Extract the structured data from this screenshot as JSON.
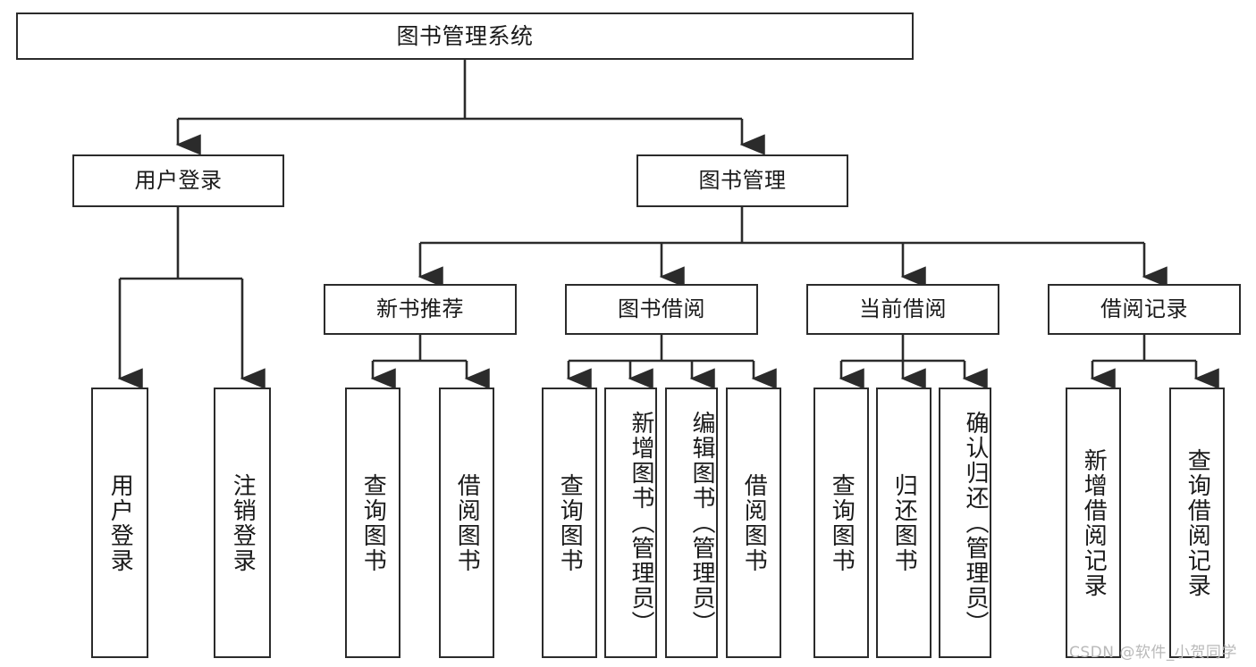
{
  "diagram": {
    "type": "tree",
    "title": "图书管理系统",
    "watermark": "CSDN @软件_小贺同学",
    "colors": {
      "box_border": "#2b2b2b",
      "box_fill": "#ffffff",
      "connector": "#2b2b2b",
      "text": "#1a1a1a",
      "watermark": "#b9b9b9"
    },
    "nodes": {
      "root": {
        "label": "图书管理系统"
      },
      "level1": [
        {
          "label": "用户登录"
        },
        {
          "label": "图书管理"
        }
      ],
      "level2": [
        {
          "label": "新书推荐"
        },
        {
          "label": "图书借阅"
        },
        {
          "label": "当前借阅"
        },
        {
          "label": "借阅记录"
        }
      ],
      "leaves_user_login": [
        {
          "label": "用户登录"
        },
        {
          "label": "注销登录"
        }
      ],
      "leaves_new_book": [
        {
          "label": "查询图书"
        },
        {
          "label": "借阅图书"
        }
      ],
      "leaves_borrow": [
        {
          "label": "查询图书"
        },
        {
          "label": "新增图书（管理员）"
        },
        {
          "label": "编辑图书（管理员）"
        },
        {
          "label": "借阅图书"
        }
      ],
      "leaves_current": [
        {
          "label": "查询图书"
        },
        {
          "label": "归还图书"
        },
        {
          "label": "确认归还（管理员）"
        }
      ],
      "leaves_records": [
        {
          "label": "新增借阅记录"
        },
        {
          "label": "查询借阅记录"
        }
      ]
    }
  }
}
